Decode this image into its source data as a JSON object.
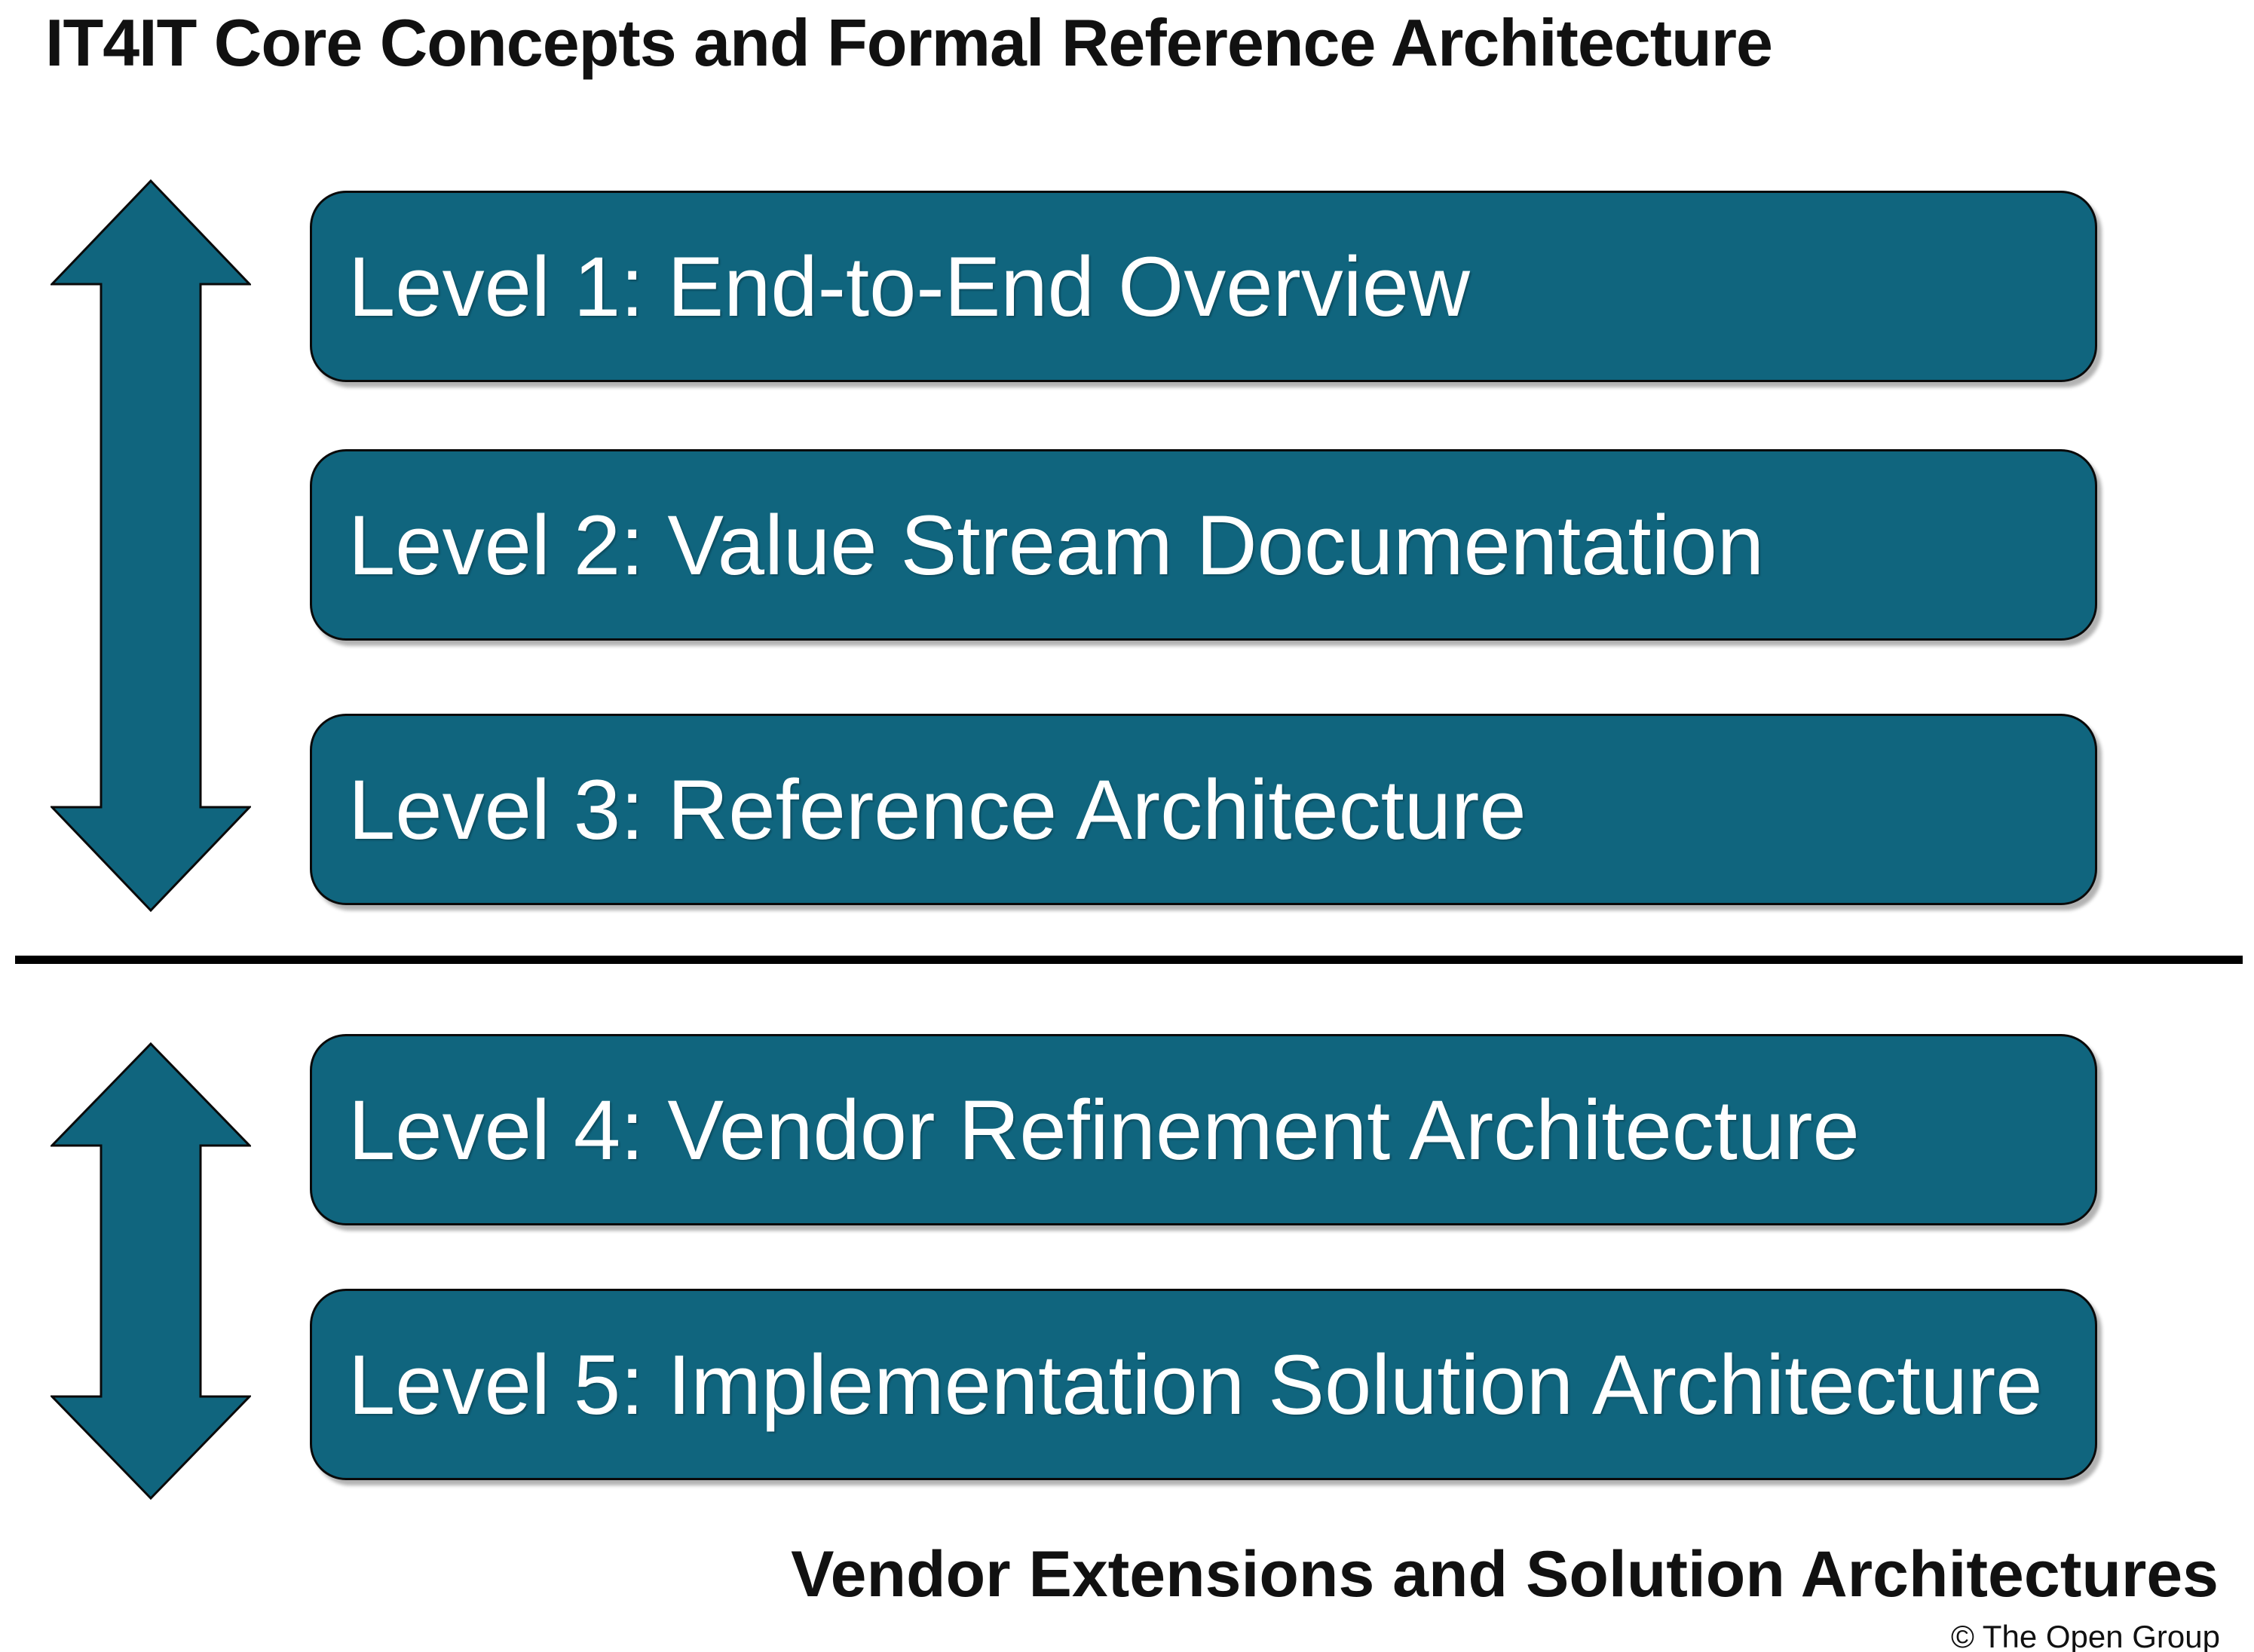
{
  "title": "IT4IT Core Concepts and Formal Reference Architecture",
  "levels": [
    "Level 1: End-to-End Overview",
    "Level 2: Value Stream Documentation",
    "Level 3: Reference Architecture",
    "Level 4: Vendor Refinement Architecture",
    "Level 5: Implementation Solution Architecture"
  ],
  "groups": {
    "core_levels": [
      "Level 1: End-to-End Overview",
      "Level 2: Value Stream Documentation",
      "Level 3: Reference Architecture"
    ],
    "vendor_levels": [
      "Level 4: Vendor Refinement Architecture",
      "Level 5: Implementation Solution Architecture"
    ]
  },
  "icons": {
    "top_arrow": "up-down-arrow-icon",
    "bottom_arrow": "up-down-arrow-icon"
  },
  "footer": {
    "caption": "Vendor Extensions and Solution Architectures",
    "copyright": "© The Open Group"
  },
  "colors": {
    "accent_teal": "#10657E",
    "box_text": "#FFFFFF",
    "outline": "#0A0A0A",
    "divider": "#000000",
    "background": "#FFFFFF"
  }
}
